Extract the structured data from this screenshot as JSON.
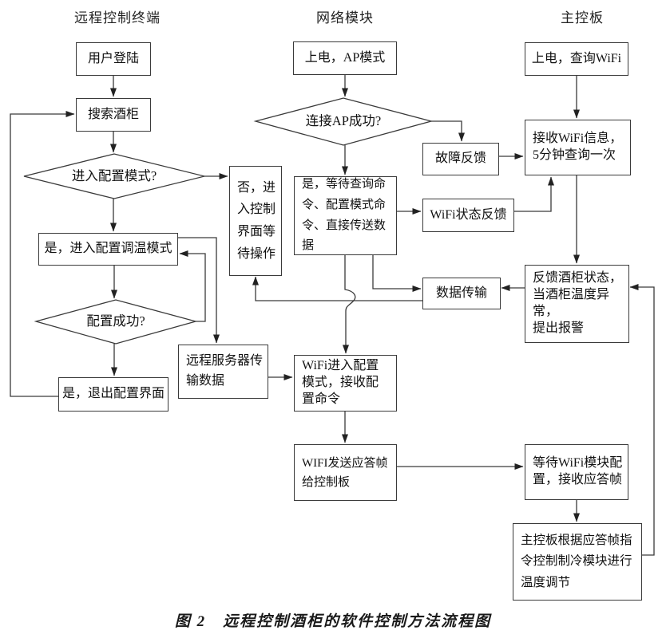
{
  "headers": {
    "terminal": "远程控制终端",
    "network": "网络模块",
    "mainboard": "主控板"
  },
  "nodes": {
    "user_login": "用户登陆",
    "search_cabinet": "搜索酒柜",
    "enter_config_q": "进入配置模式?",
    "yes_temp_mode": "是，进入配置调温模式",
    "config_ok_q": "配置成功?",
    "exit_config": "是，退出配置界面",
    "no_control_ui": "否，进\n入控制\n界面等\n待操作",
    "remote_server": "远程服务器传\n输数据",
    "power_ap": "上电，AP模式",
    "connect_ap_q": "连接AP成功?",
    "wait_cmd": "是，等待查询命\n令、配置模式命\n令、直接传送数据",
    "fault_feedback": "故障反馈",
    "wifi_status_feedback": "WiFi状态反馈",
    "data_transfer": "数据传输",
    "wifi_config_mode": "WiFi进入配置\n模式，接收配\n置命令",
    "wifi_send_ack": "WIFI发送应答帧\n给控制板",
    "power_query_wifi": "上电，查询WiFi",
    "recv_wifi_info": "接收WiFi信息，\n5分钟查询一次",
    "feedback_status": "反馈酒柜状态，\n当酒柜温度异常，\n提出报警",
    "wait_wifi_module": "等待WiFi模块配\n置，接收应答帧",
    "main_ctrl_temp": "主控板根据应答帧指\n令控制制冷模块进行\n温度调节"
  },
  "caption": "图 2　远程控制酒柜的软件控制方法流程图",
  "colors": {
    "line": "#3a3a3a",
    "text": "#111111",
    "background": "#ffffff"
  }
}
